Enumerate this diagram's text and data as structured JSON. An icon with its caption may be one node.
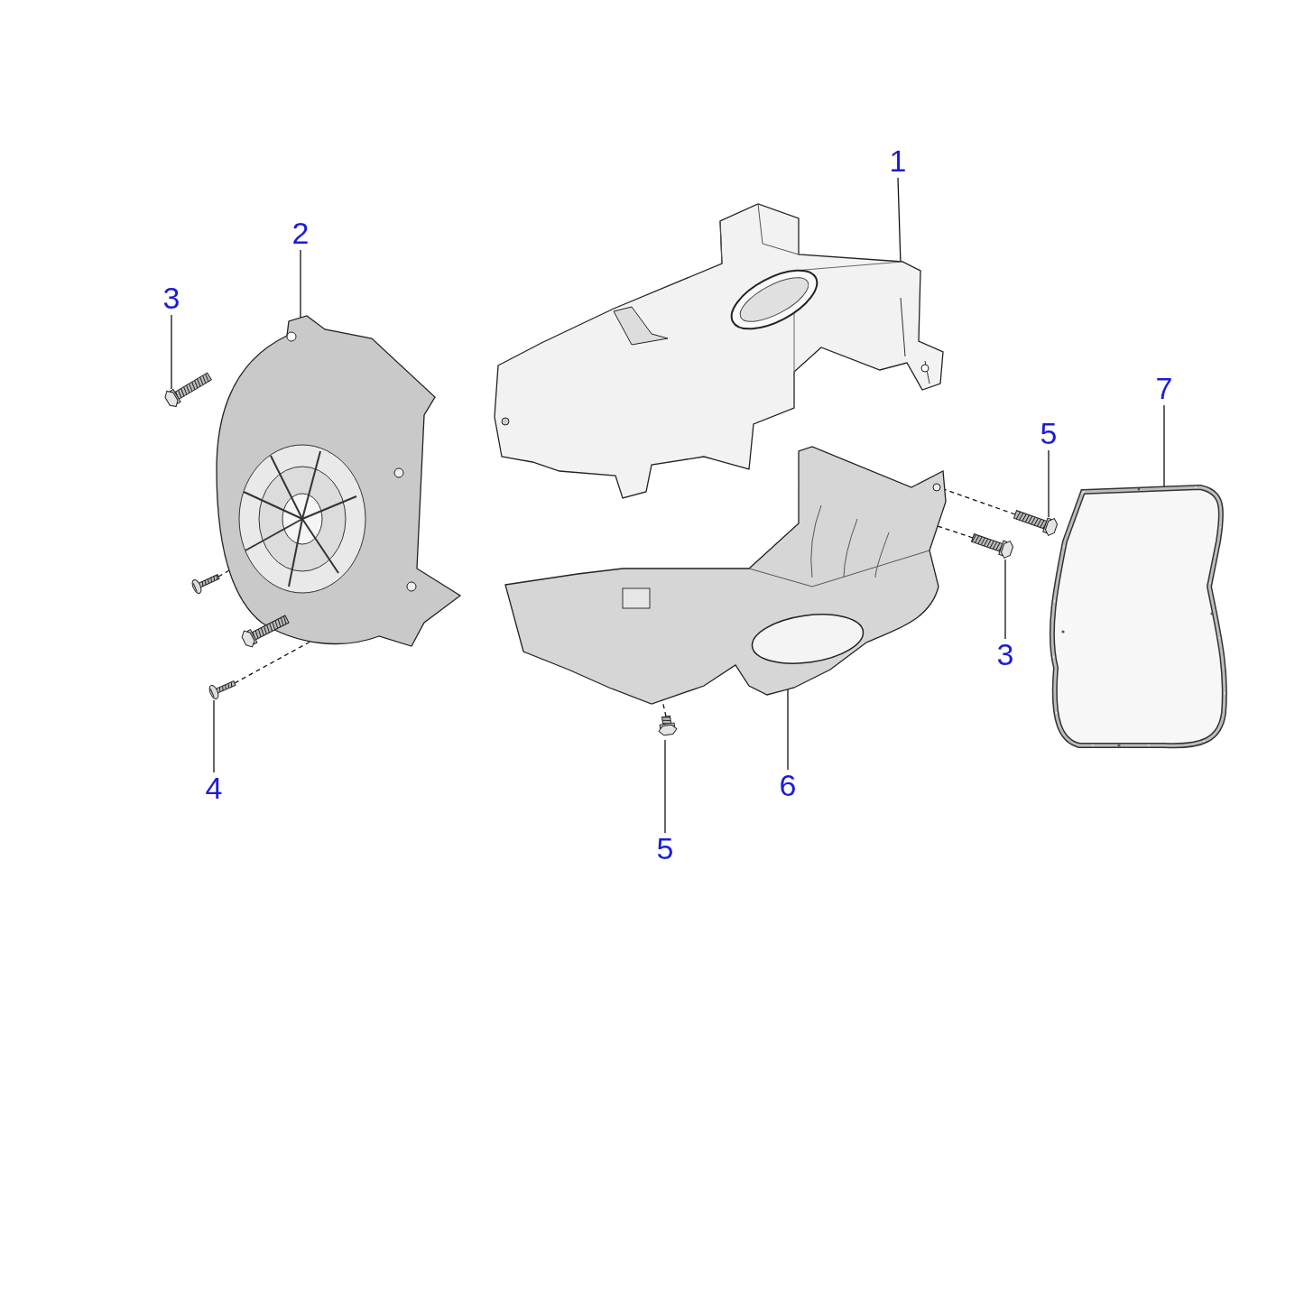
{
  "diagram": {
    "nodes": [
      {
        "text": [
          "1"
        ]
      },
      {
        "text": [
          "2"
        ]
      },
      {
        "text": [
          "3"
        ]
      },
      {
        "text": [
          "7"
        ]
      },
      {
        "text": [
          "5"
        ]
      },
      {
        "text": [
          "3"
        ]
      },
      {
        "text": [
          "6"
        ]
      },
      {
        "text": [
          "4"
        ]
      },
      {
        "text": [
          "5"
        ]
      },
      {
        "text": [],
        "shape": "picture"
      },
      {
        "text": [],
        "shape": "picture"
      },
      {
        "text": [],
        "shape": "picture"
      },
      {
        "text": [],
        "shape": "picture"
      },
      {
        "text": [],
        "shape": "picture"
      },
      {
        "text": [],
        "shape": "picture"
      },
      {
        "text": [],
        "shape": "picture"
      },
      {
        "text": [],
        "shape": "picture"
      },
      {
        "text": [],
        "shape": "picture"
      },
      {
        "text": [],
        "shape": "picture"
      },
      {
        "text": [],
        "shape": "picture"
      }
    ],
    "edges": [
      {
        "from": 0,
        "to": 9,
        "arrow": "none"
      },
      {
        "from": 1,
        "to": 10,
        "arrow": "none"
      },
      {
        "from": 2,
        "to": 11,
        "arrow": "none"
      },
      {
        "from": 3,
        "to": 19,
        "arrow": "none"
      },
      {
        "from": 4,
        "to": 16,
        "arrow": "none"
      },
      {
        "from": 5,
        "to": 17,
        "arrow": "none"
      },
      {
        "from": 6,
        "to": 15,
        "arrow": "none"
      },
      {
        "from": 7,
        "to": 14,
        "arrow": "none"
      },
      {
        "from": 8,
        "to": 18,
        "arrow": "none"
      },
      {
        "from": 12,
        "to": 10,
        "arrow": "none",
        "style": "dashed"
      },
      {
        "from": 14,
        "to": 10,
        "arrow": "none",
        "style": "dashed"
      },
      {
        "from": 16,
        "to": 15,
        "arrow": "none",
        "style": "dashed"
      },
      {
        "from": 17,
        "to": 15,
        "arrow": "none",
        "style": "dashed"
      },
      {
        "from": 18,
        "to": 15,
        "arrow": "none",
        "style": "dashed"
      }
    ]
  }
}
